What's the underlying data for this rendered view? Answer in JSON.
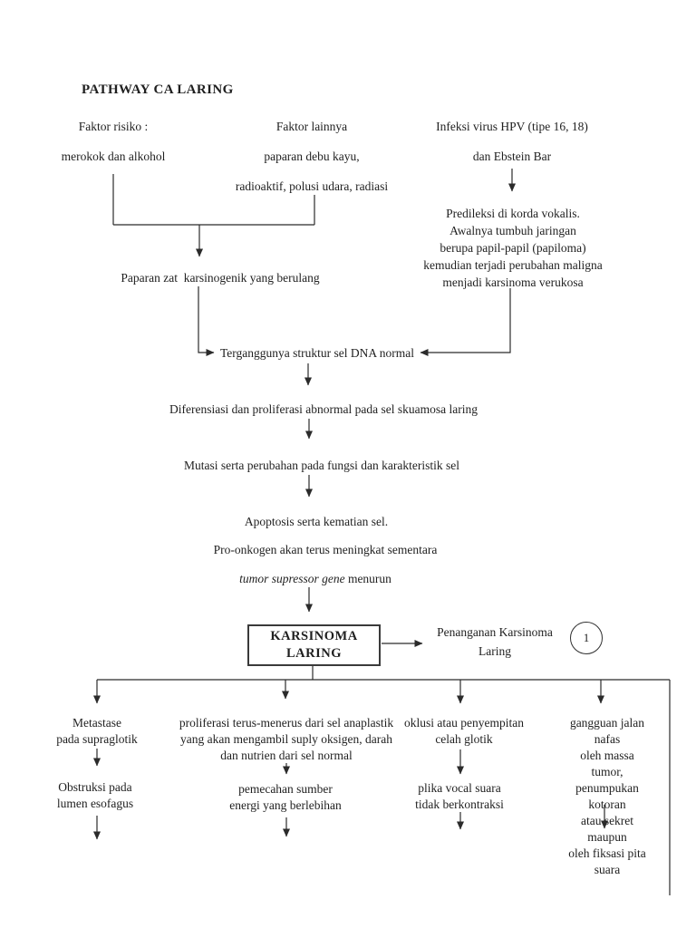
{
  "document": {
    "title": "PATHWAY CA LARING"
  },
  "factors": {
    "risiko": {
      "header": "Faktor risiko :",
      "detail": "merokok dan alkohol"
    },
    "lainnya": {
      "header": "Faktor lainnya",
      "detail1": "paparan debu kayu,",
      "detail2": "radioaktif, polusi udara, radiasi"
    },
    "infeksi": {
      "header": "Infeksi virus HPV (tipe 16, 18)",
      "detail": "dan Ebstein Bar"
    }
  },
  "flow": {
    "paparan_zat": "Paparan zat  karsinogenik yang berulang",
    "predileksi": "Predileksi di korda vokalis.\nAwalnya tumbuh jaringan\nberupa papil-papil (papiloma)\nkemudian terjadi perubahan maligna\nmenjadi karsinoma verukosa",
    "dna_normal": "Terganggunya struktur sel DNA normal",
    "diferensiasi": "Diferensiasi dan proliferasi abnormal pada sel skuamosa laring",
    "mutasi": "Mutasi serta perubahan pada fungsi dan karakteristik sel",
    "apoptosis": "Apoptosis serta kematian sel.",
    "pro_onkogen": "Pro-onkogen akan terus meningkat sementara",
    "tumor_supressor_italic": "tumor supressor gene",
    "tumor_supressor_rest": " menurun"
  },
  "diagnosis_box": {
    "line1": "KARSINOMA",
    "line2": "LARING"
  },
  "penanganan": {
    "label": "Penanganan Karsinoma\nLaring",
    "ref_number": "1"
  },
  "branches": {
    "metastase": {
      "top": "Metastase\npada supraglotik",
      "bottom": "Obstruksi pada\nlumen esofagus"
    },
    "proliferasi": {
      "top": "proliferasi terus-menerus dari sel anaplastik\nyang akan mengambil suply oksigen, darah\ndan nutrien dari sel normal",
      "bottom": "pemecahan sumber\nenergi yang berlebihan"
    },
    "oklusi": {
      "top": "oklusi atau penyempitan\ncelah glotik",
      "bottom": "plika vocal suara\ntidak berkontraksi"
    },
    "gangguan": {
      "top": "gangguan jalan nafas\noleh massa tumor,\npenumpukan kotoran\natau sekret maupun\noleh fiksasi pita suara"
    }
  },
  "colors": {
    "ink": "#1f1f1f",
    "line": "#2b2b2b",
    "page_bg": "#ffffff"
  }
}
